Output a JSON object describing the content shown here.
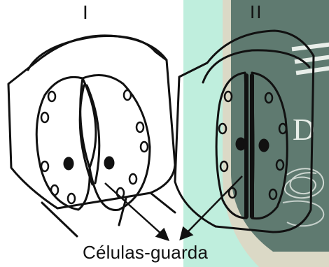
{
  "figure": {
    "label_i": "I",
    "label_ii": "II",
    "caption": "Células-guarda"
  },
  "colors": {
    "line": "#111111",
    "background": "#ffffff",
    "overlay_green": "#bfeedd",
    "overlay_border": "#f2c9b2",
    "board_dark": "#5f7a70",
    "board_letter": "#e8eee9"
  },
  "board_letters": [
    "D"
  ]
}
